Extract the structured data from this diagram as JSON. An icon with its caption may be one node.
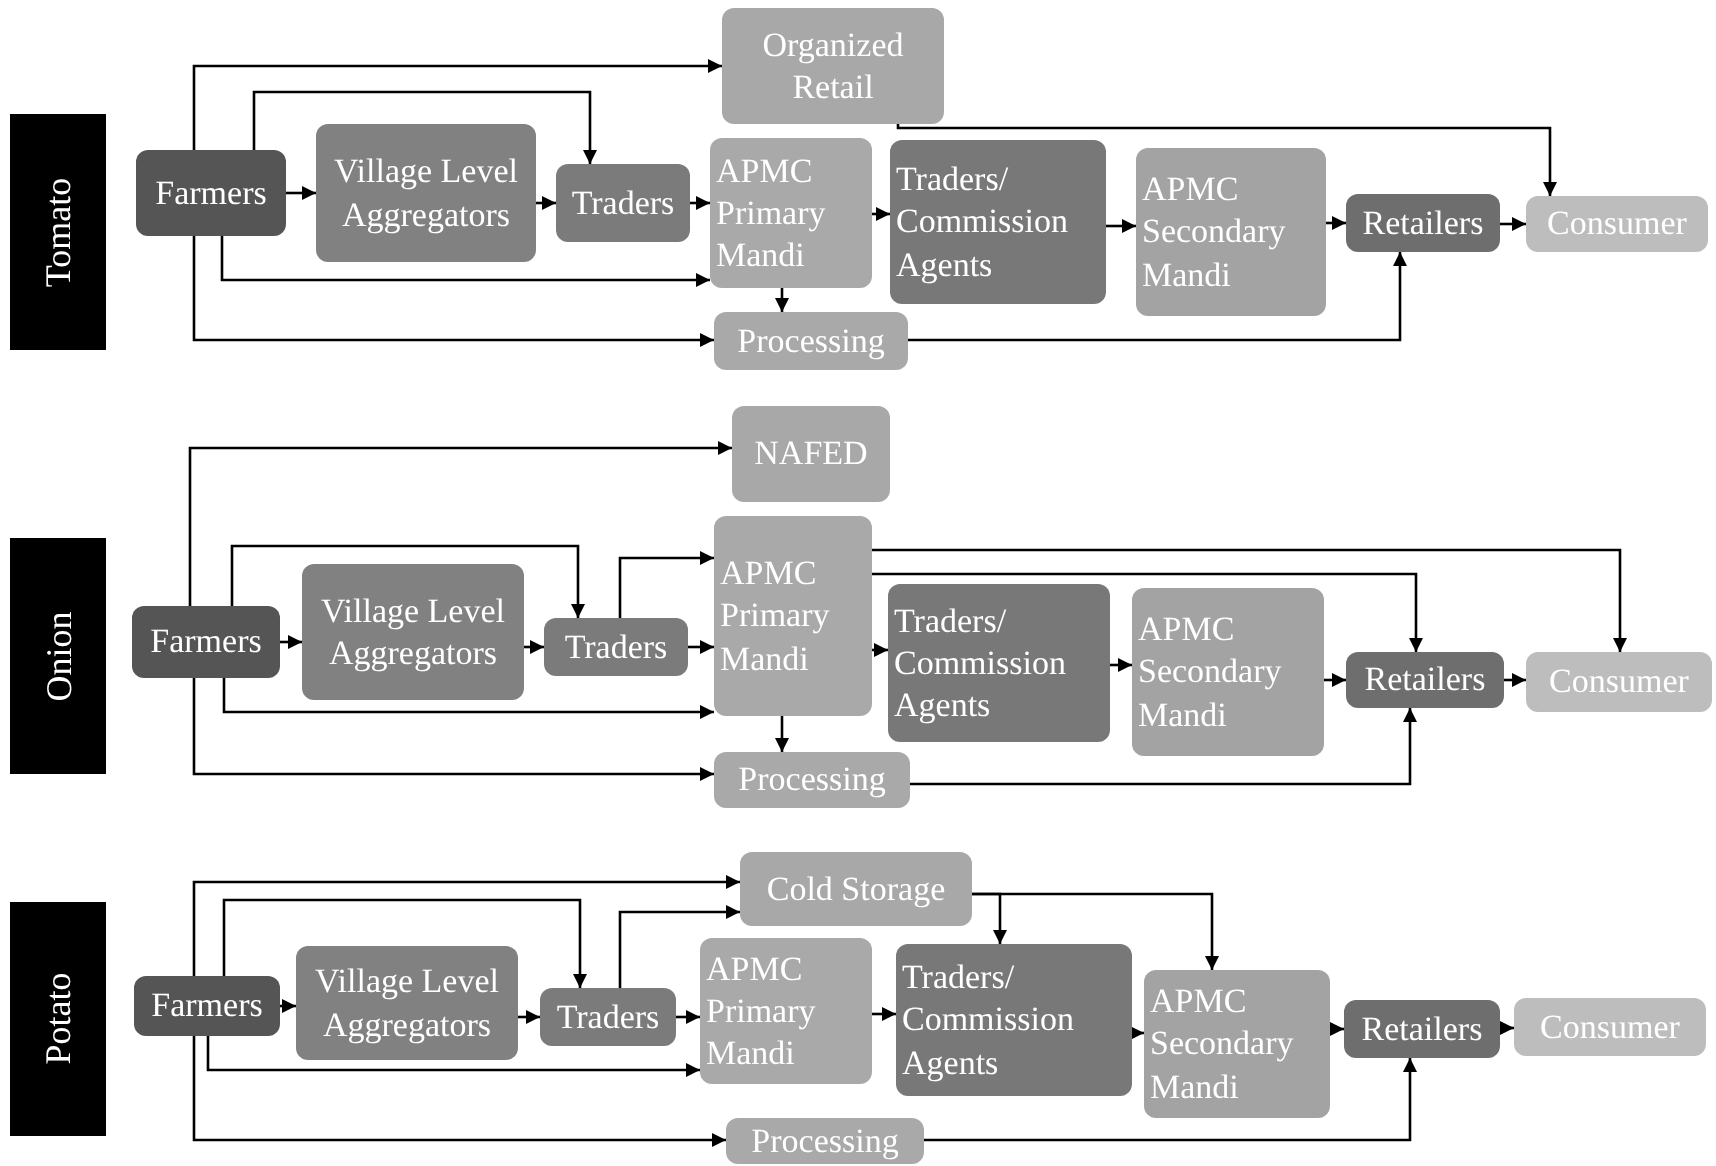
{
  "diagram": {
    "nodes": [
      {
        "text": [
          "Tomato"
        ]
      },
      {
        "text": [
          "Farmers"
        ]
      },
      {
        "text": [
          "Village Level Aggregators"
        ]
      },
      {
        "text": [
          "Traders"
        ]
      },
      {
        "text": [
          "Organized Retail"
        ]
      },
      {
        "text": [
          "APMC Primary Mandi"
        ]
      },
      {
        "text": [
          "Traders/ Commission Agents"
        ]
      },
      {
        "text": [
          "APMC Secondary Mandi"
        ]
      },
      {
        "text": [
          "Retailers"
        ]
      },
      {
        "text": [
          "Consumer"
        ]
      },
      {
        "text": [
          "Processing"
        ]
      },
      {
        "text": [
          "Onion"
        ]
      },
      {
        "text": [
          "Farmers"
        ]
      },
      {
        "text": [
          "Village Level Aggregators"
        ]
      },
      {
        "text": [
          "Traders"
        ]
      },
      {
        "text": [
          "NAFED"
        ]
      },
      {
        "text": [
          "APMC Primary Mandi"
        ]
      },
      {
        "text": [
          "Traders/ Commission Agents"
        ]
      },
      {
        "text": [
          "APMC Secondary Mandi"
        ]
      },
      {
        "text": [
          "Retailers"
        ]
      },
      {
        "text": [
          "Consumer"
        ]
      },
      {
        "text": [
          "Processing"
        ]
      },
      {
        "text": [
          "Potato"
        ]
      },
      {
        "text": [
          "Farmers"
        ]
      },
      {
        "text": [
          "Village Level Aggregators"
        ]
      },
      {
        "text": [
          "Traders"
        ]
      },
      {
        "text": [
          "Cold Storage"
        ]
      },
      {
        "text": [
          "APMC Primary Mandi"
        ]
      },
      {
        "text": [
          "Traders/ Commission Agents"
        ]
      },
      {
        "text": [
          "APMC Secondary Mandi"
        ]
      },
      {
        "text": [
          "Retailers"
        ]
      },
      {
        "text": [
          "Consumer"
        ]
      },
      {
        "text": [
          "Processing"
        ]
      }
    ],
    "edges": [
      {
        "from": 1,
        "to": 2,
        "arrow": "to"
      },
      {
        "from": 2,
        "to": 3,
        "arrow": "to"
      },
      {
        "from": 3,
        "to": 5,
        "arrow": "to"
      },
      {
        "from": 5,
        "to": 6,
        "arrow": "to"
      },
      {
        "from": 6,
        "to": 7,
        "arrow": "to"
      },
      {
        "from": 7,
        "to": 8,
        "arrow": "to"
      },
      {
        "from": 8,
        "to": 9,
        "arrow": "to"
      },
      {
        "from": 1,
        "to": 4,
        "arrow": "to"
      },
      {
        "from": 1,
        "to": 3,
        "arrow": "to"
      },
      {
        "from": 1,
        "to": 5,
        "arrow": "to"
      },
      {
        "from": 1,
        "to": 10,
        "arrow": "to"
      },
      {
        "from": 5,
        "to": 10,
        "arrow": "to"
      },
      {
        "from": 10,
        "to": 8,
        "arrow": "to"
      },
      {
        "from": 4,
        "to": 9,
        "arrow": "to"
      },
      {
        "from": 12,
        "to": 13,
        "arrow": "to"
      },
      {
        "from": 13,
        "to": 14,
        "arrow": "to"
      },
      {
        "from": 14,
        "to": 16,
        "arrow": "to"
      },
      {
        "from": 16,
        "to": 17,
        "arrow": "to"
      },
      {
        "from": 17,
        "to": 18,
        "arrow": "to"
      },
      {
        "from": 18,
        "to": 19,
        "arrow": "to"
      },
      {
        "from": 19,
        "to": 20,
        "arrow": "to"
      },
      {
        "from": 12,
        "to": 15,
        "arrow": "to"
      },
      {
        "from": 12,
        "to": 14,
        "arrow": "to"
      },
      {
        "from": 14,
        "to": 16,
        "arrow": "to"
      },
      {
        "from": 12,
        "to": 16,
        "arrow": "to"
      },
      {
        "from": 12,
        "to": 21,
        "arrow": "to"
      },
      {
        "from": 16,
        "to": 21,
        "arrow": "to"
      },
      {
        "from": 16,
        "to": 20,
        "arrow": "to"
      },
      {
        "from": 16,
        "to": 19,
        "arrow": "to"
      },
      {
        "from": 21,
        "to": 19,
        "arrow": "to"
      },
      {
        "from": 23,
        "to": 24,
        "arrow": "to"
      },
      {
        "from": 24,
        "to": 25,
        "arrow": "to"
      },
      {
        "from": 25,
        "to": 27,
        "arrow": "to"
      },
      {
        "from": 27,
        "to": 28,
        "arrow": "to"
      },
      {
        "from": 28,
        "to": 29,
        "arrow": "to"
      },
      {
        "from": 29,
        "to": 30,
        "arrow": "to"
      },
      {
        "from": 30,
        "to": 31,
        "arrow": "to"
      },
      {
        "from": 23,
        "to": 26,
        "arrow": "to"
      },
      {
        "from": 23,
        "to": 25,
        "arrow": "to"
      },
      {
        "from": 25,
        "to": 26,
        "arrow": "to"
      },
      {
        "from": 23,
        "to": 27,
        "arrow": "to"
      },
      {
        "from": 23,
        "to": 32,
        "arrow": "to"
      },
      {
        "from": 26,
        "to": 28,
        "arrow": "to"
      },
      {
        "from": 26,
        "to": 29,
        "arrow": "to"
      },
      {
        "from": 32,
        "to": 30,
        "arrow": "to"
      }
    ]
  }
}
